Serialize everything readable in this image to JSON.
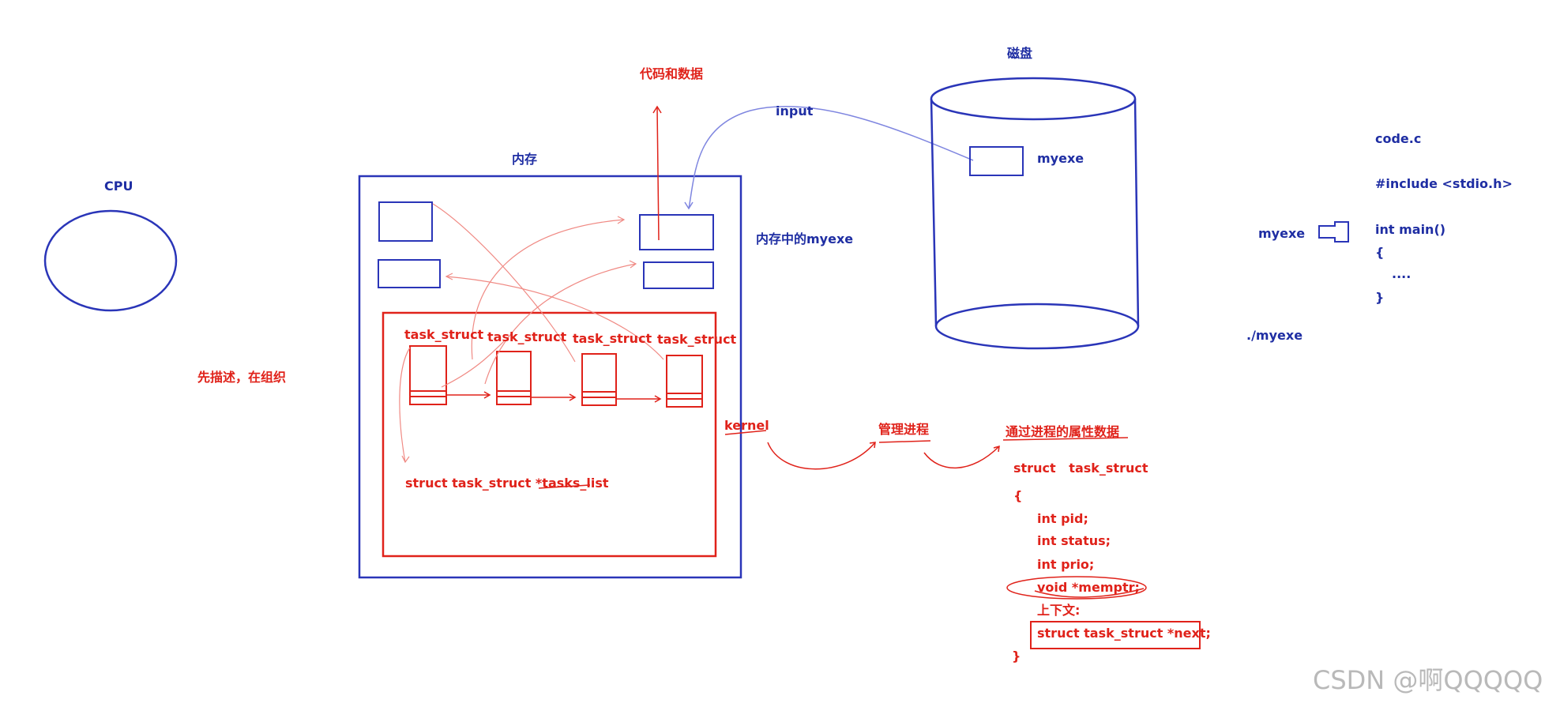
{
  "colors": {
    "blue_ink": "#2a35b8",
    "red_ink": "#e0221a",
    "light_blue_ink": "#7f86e0",
    "watermark": "#b9b9b9"
  },
  "labels": {
    "cpu": "CPU",
    "memory": "内存",
    "code_and_data": "代码和数据",
    "input": "input",
    "disk": "磁盘",
    "disk_file": "myexe",
    "memory_myexe": "内存中的myexe",
    "describe_then_organize": "先描述，在组织",
    "task_structs": [
      "task_struct",
      "task_struct",
      "task_struct",
      "task_struct"
    ],
    "tasks_list": "struct task_struct *tasks_list",
    "kernel": "kernel",
    "manage_process": "管理进程",
    "via_attributes": "通过进程的属性数据"
  },
  "struct_definition": {
    "header": "struct   task_struct",
    "open_brace": "{",
    "fields": [
      "int pid;",
      "int status;",
      "int prio;",
      "void *memptr;",
      "上下文:",
      "struct task_struct *next;"
    ],
    "close_brace": "}"
  },
  "code_file": {
    "filename": "code.c",
    "lines": [
      "#include <stdio.h>",
      "int main()",
      "{",
      "....",
      "}"
    ]
  },
  "compile": {
    "output_name": "myexe",
    "arrow": "⇦",
    "run_command": "./myexe"
  },
  "watermark": "CSDN @啊QQQQQ"
}
